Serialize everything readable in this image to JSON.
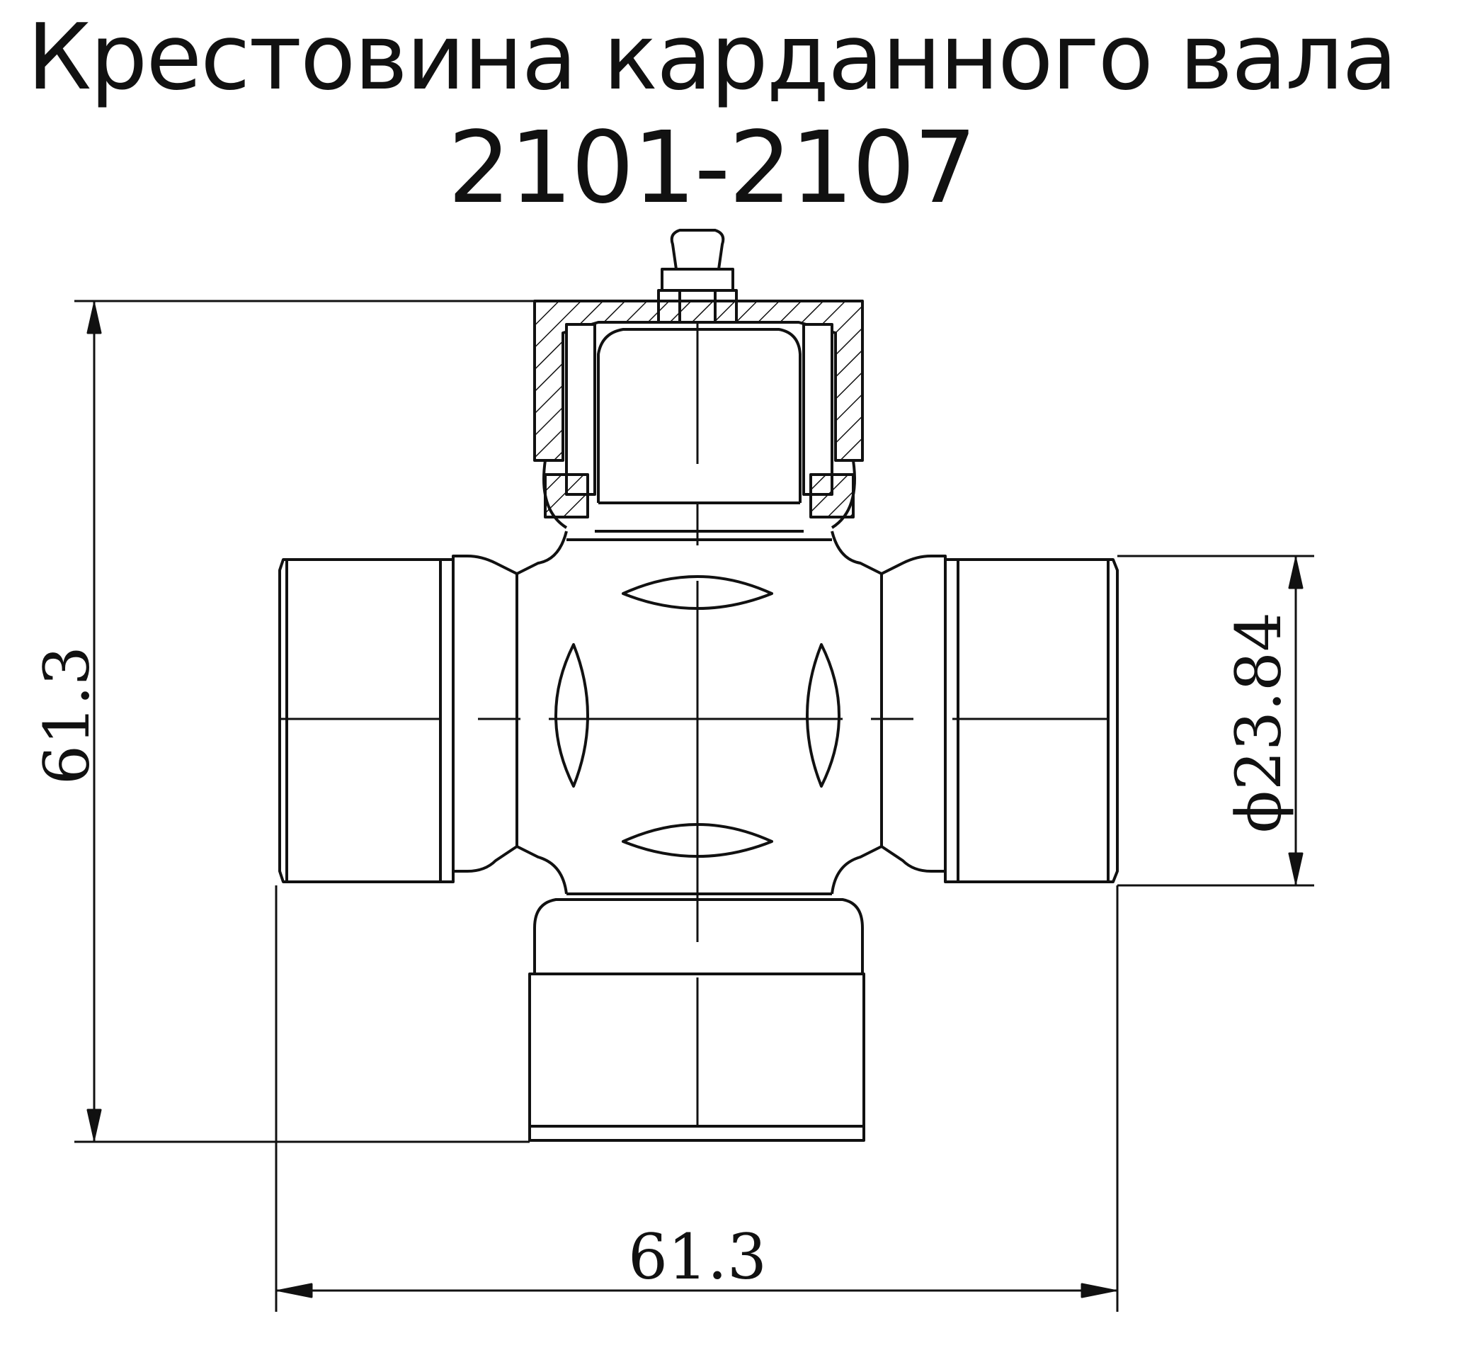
{
  "title": {
    "line1": "Крестовина карданного вала",
    "line2": "2101-2107"
  },
  "dimensions": {
    "height": "61.3",
    "width": "61.3",
    "diameter": "ϕ23.84"
  },
  "colors": {
    "line": "#111111",
    "background": "#ffffff"
  }
}
